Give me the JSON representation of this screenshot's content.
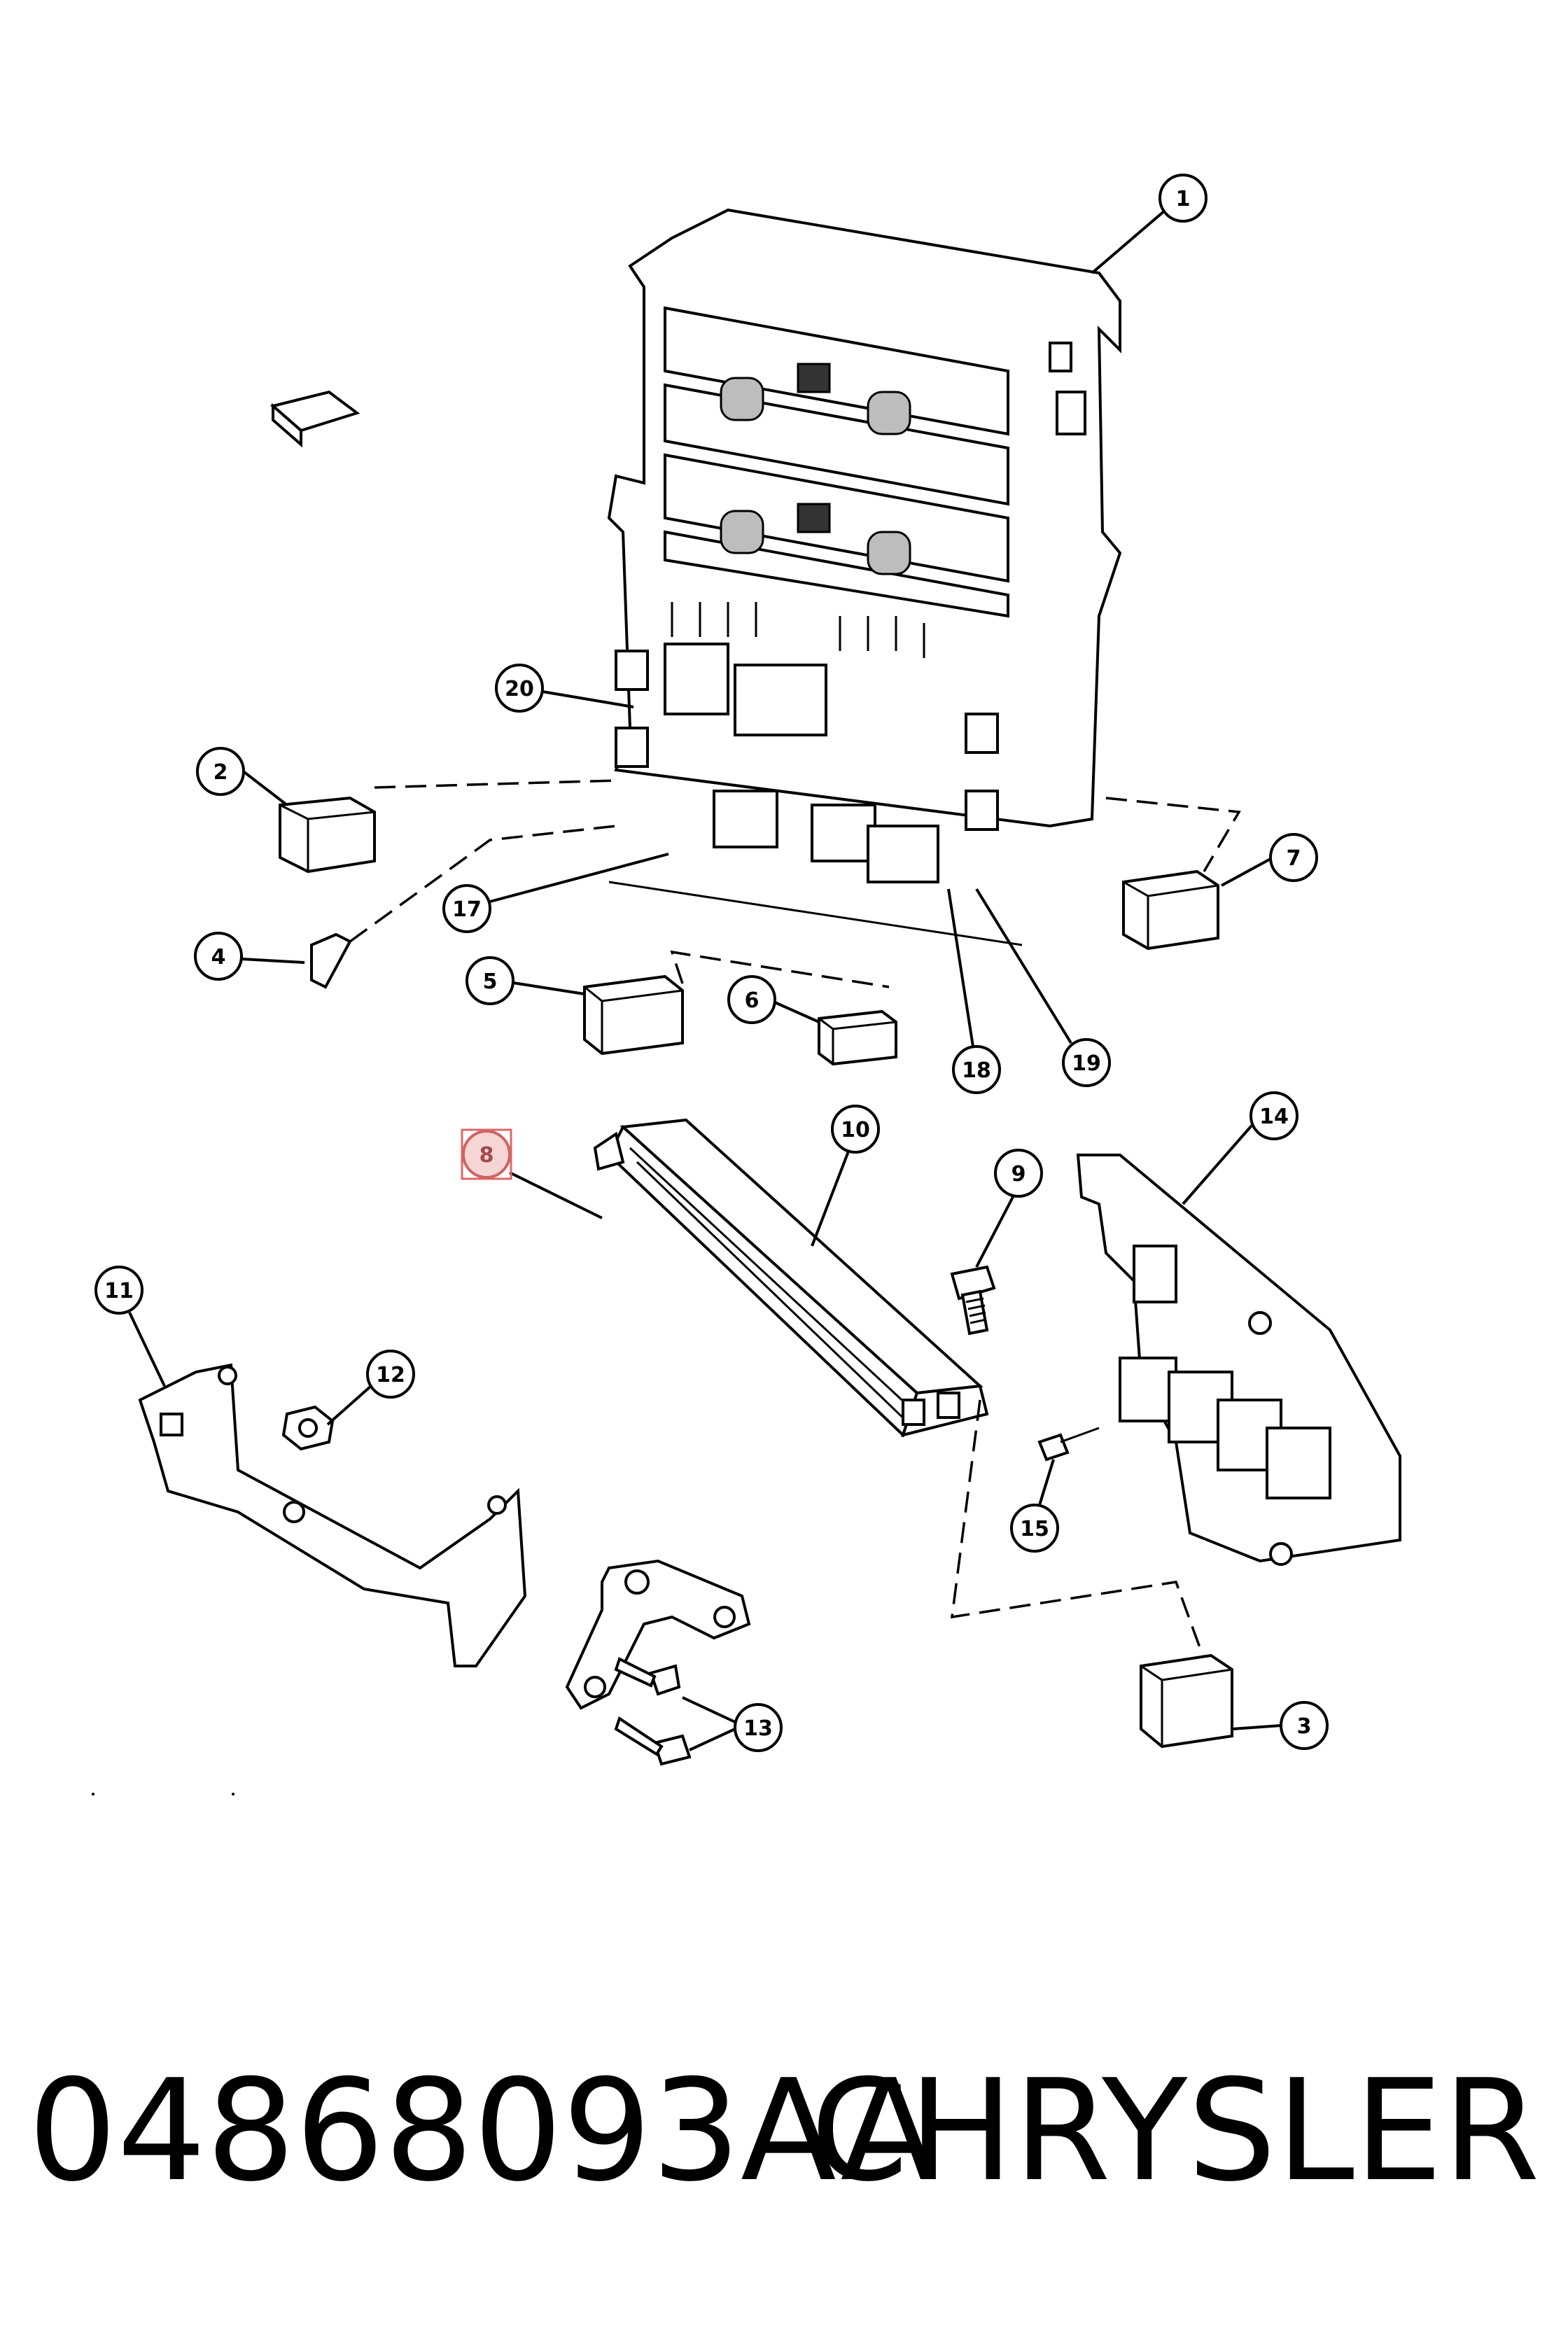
{
  "caption": {
    "part_number": "04868093AA",
    "brand": "CHRYSLER"
  },
  "callouts": {
    "c1": "1",
    "c2": "2",
    "c3": "3",
    "c4": "4",
    "c5": "5",
    "c6": "6",
    "c7": "7",
    "c8": "8",
    "c9": "9",
    "c10": "10",
    "c11": "11",
    "c12": "12",
    "c13": "13",
    "c14": "14",
    "c15": "15",
    "c17": "17",
    "c18": "18",
    "c19": "19",
    "c20": "20"
  },
  "highlight": {
    "callout": "8",
    "color": "#e06666"
  }
}
